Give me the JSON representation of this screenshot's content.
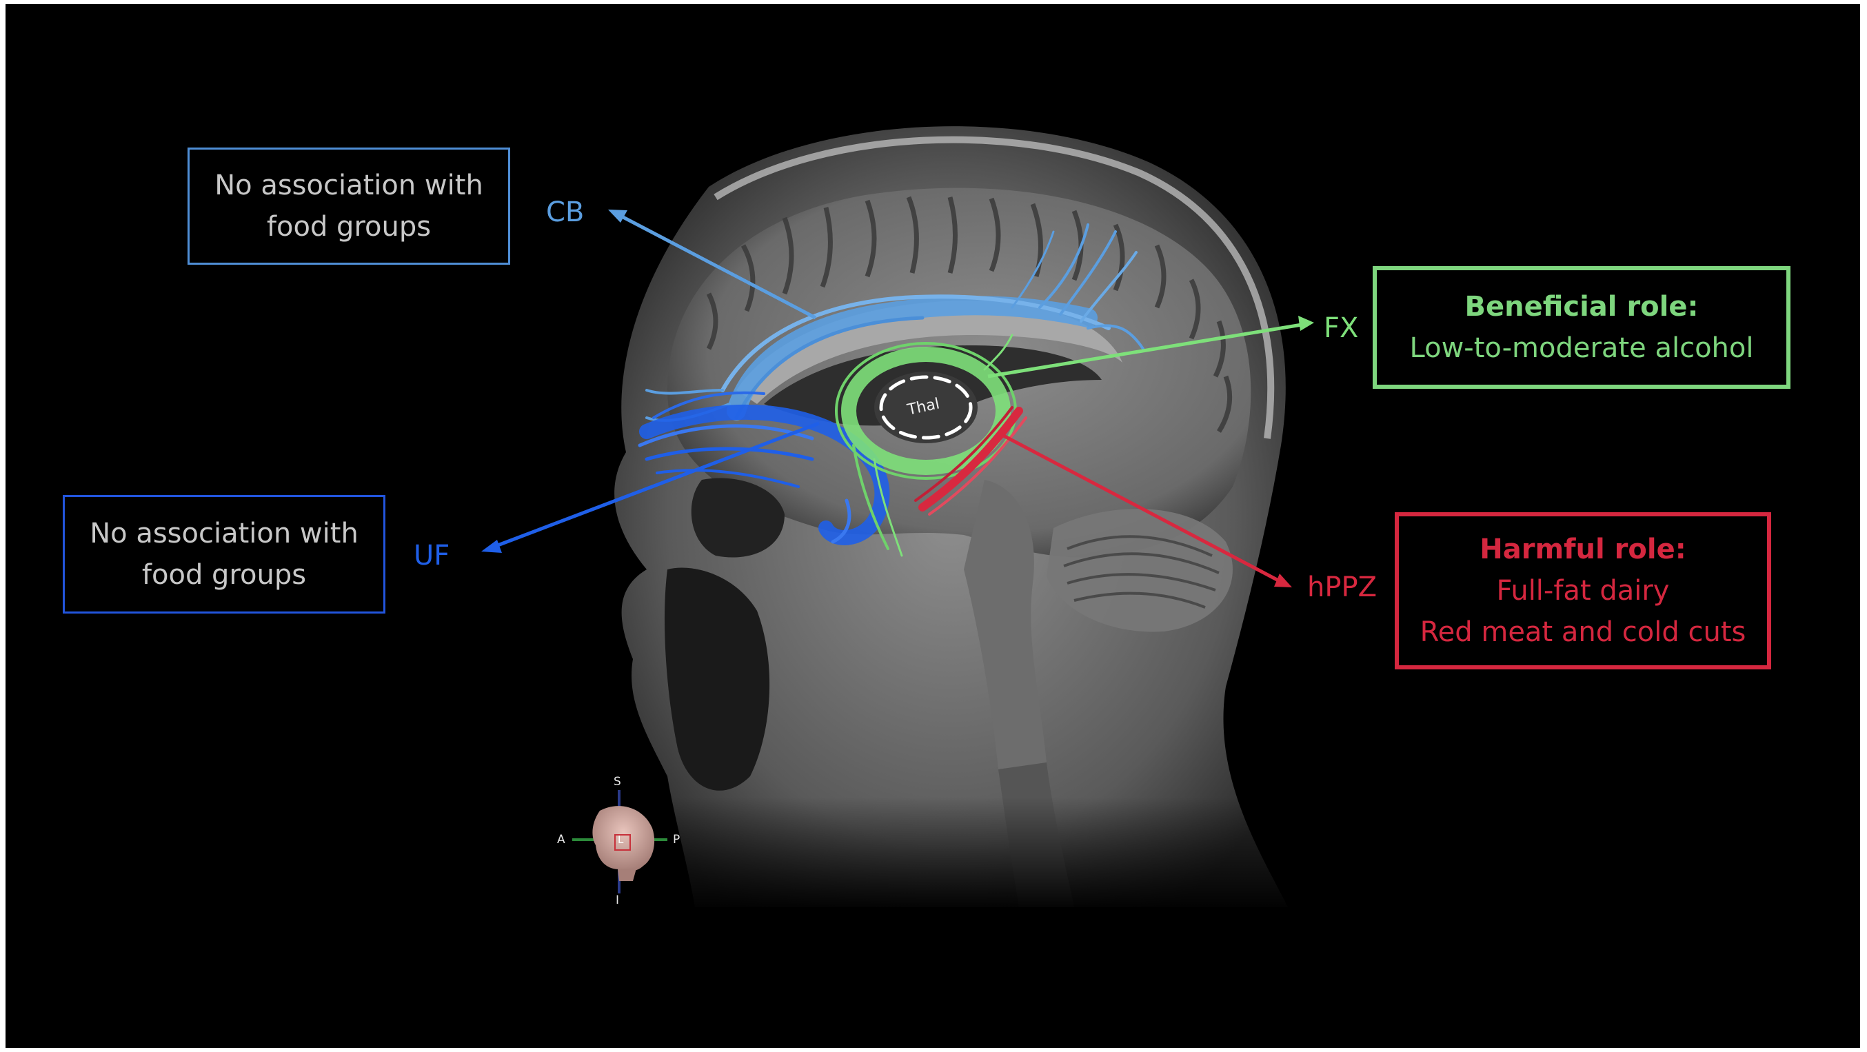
{
  "boxes": {
    "cb": {
      "line1": "No association with",
      "line2": "food groups",
      "color": "#4f8ed6"
    },
    "uf": {
      "line1": "No association with",
      "line2": "food groups",
      "color": "#2255dd"
    },
    "fx": {
      "title": "Beneficial role:",
      "line1": "Low-to-moderate alcohol",
      "color": "#7ed67e"
    },
    "hppz": {
      "title": "Harmful role:",
      "line1": "Full-fat dairy",
      "line2": "Red meat and cold cuts",
      "color": "#d5273f"
    }
  },
  "tracts": {
    "cb": "CB",
    "uf": "UF",
    "fx": "FX",
    "hppz": "hPPZ"
  },
  "thalamus_label": "Thal",
  "orientation": {
    "s": "S",
    "a": "A",
    "p": "P",
    "i": "I",
    "l": "L"
  },
  "colors": {
    "cb": "#5b9ee0",
    "uf": "#1f5fe8",
    "fx": "#7ee07a",
    "hppz": "#d8283f",
    "box_text_grey": "#c8c8c8"
  }
}
